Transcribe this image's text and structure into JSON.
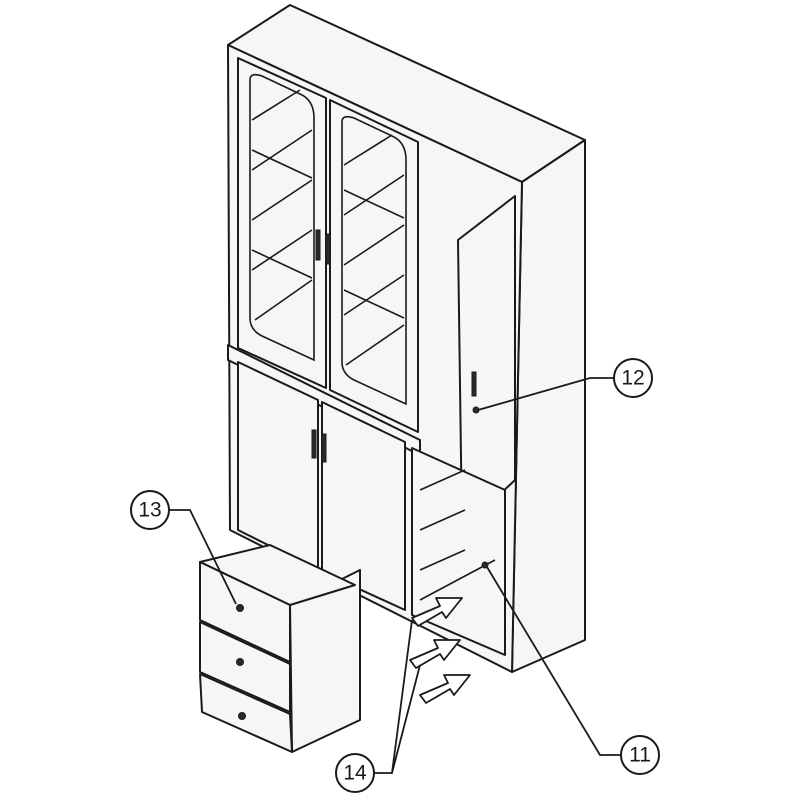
{
  "callouts": [
    {
      "id": "11",
      "label": "11",
      "target": "drawer-runner-fixing"
    },
    {
      "id": "12",
      "label": "12",
      "target": "door-handle"
    },
    {
      "id": "13",
      "label": "13",
      "target": "drawer-knob"
    },
    {
      "id": "14",
      "label": "14",
      "target": "drawer-insertion-arrows"
    }
  ],
  "colors": {
    "line": "#1a1a1a",
    "background": "#ffffff",
    "panel": "#f6f6f6"
  }
}
